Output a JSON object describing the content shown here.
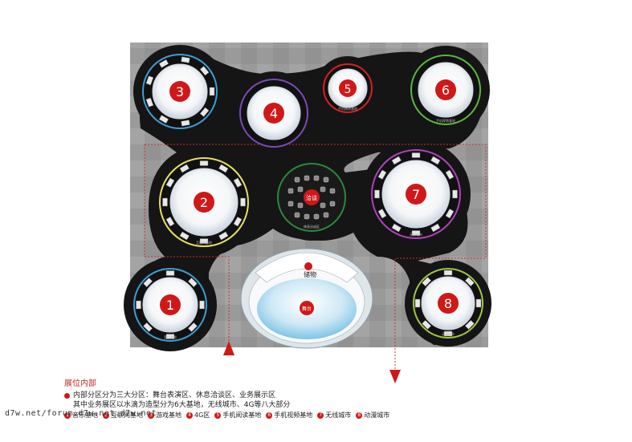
{
  "zones": [
    {
      "num": "1",
      "label": "音乐基地",
      "ring": "#3aa0d8"
    },
    {
      "num": "2",
      "label": "互联网基地",
      "ring": "#e8e060"
    },
    {
      "num": "3",
      "label": "",
      "ring": "#3aa0d8"
    },
    {
      "num": "4",
      "label": "",
      "ring": "#7a4ab8"
    },
    {
      "num": "5",
      "label": "手机阅读基地",
      "ring": "#d82020"
    },
    {
      "num": "6",
      "label": "手机视频基地",
      "ring": "#5ab840"
    },
    {
      "num": "7",
      "label": "无线城市",
      "ring": "#b040c0"
    },
    {
      "num": "8",
      "label": "动漫城市",
      "ring": "#a0c840"
    }
  ],
  "center_label": "洽谈",
  "center_sub": "休息洽谈区",
  "stage_label": "舞台",
  "prop_label": "储物",
  "legend": {
    "title": "展位内部",
    "line1": "内部分区分为三大分区：舞台表演区、休息洽谈区、业务展示区",
    "line2": "其中业务展区以水滴为造型分为6大基地，无线城市、4G等八大部分",
    "items": [
      "音乐基地",
      "互联网基地",
      "游戏基地",
      "4G区",
      "手机阅读基地",
      "手机视频基地",
      "无线城市",
      "动漫城市"
    ]
  },
  "watermark": "d7w.net/forum.d7w.net.d7w.net"
}
